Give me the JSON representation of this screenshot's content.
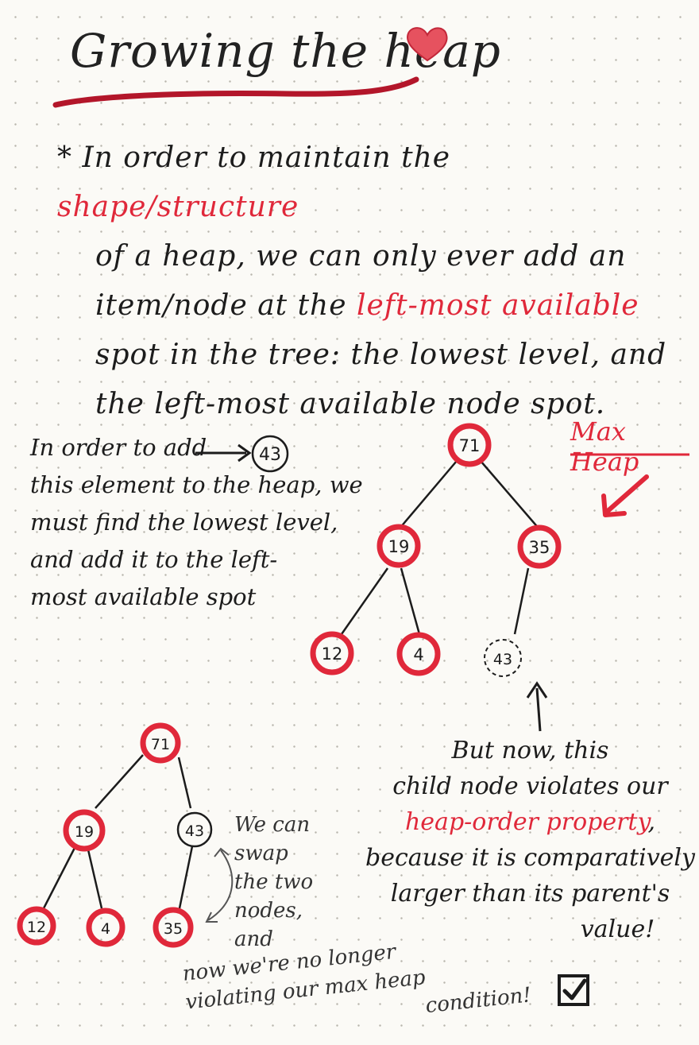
{
  "title": "Growing the heap",
  "intro": {
    "bullet": "*",
    "line1_a": "In order to maintain the ",
    "line1_red": "shape/structure",
    "line2": "of a heap, we can only ever add an",
    "line3_a": "item/node at the ",
    "line3_red": "left-most available",
    "line4": "spot in the tree: the lowest level, and",
    "line5": "the left-most available node spot."
  },
  "note1": {
    "line1": "In order to add",
    "node_label": "43",
    "line2": "this element to the heap, we",
    "line3": "must find the lowest level,",
    "line4": "and add it to the left-",
    "line5": "most available spot"
  },
  "max_heap_label": "Max Heap",
  "tree1": {
    "root": "71",
    "left": "19",
    "right": "35",
    "left_left": "12",
    "left_right": "4",
    "right_left_new": "43"
  },
  "note2": {
    "line1": "But now, this",
    "line2": "child node violates our",
    "line3_red": "heap-order property",
    "line3_end": ",",
    "line4": "because it is comparatively",
    "line5": "larger than its parent's",
    "line6": "value!"
  },
  "tree2": {
    "root": "71",
    "left": "19",
    "right": "43",
    "left_left": "12",
    "left_right": "4",
    "right_left": "35"
  },
  "note3": {
    "line1": "We can",
    "line2": "swap",
    "line3": "the two",
    "line4": "nodes, and"
  },
  "note4": {
    "line1": "now we're no longer",
    "line2": "violating our max heap",
    "line3": "condition!"
  },
  "colors": {
    "accent_red": "#e0283a",
    "ink": "#1c1c1c",
    "paper": "#fbfaf6"
  },
  "icons": [
    "heart-icon",
    "arrow-right-icon",
    "arrow-down-left-icon",
    "arrow-up-icon",
    "swap-arrow-icon",
    "checkbox-checked-icon"
  ]
}
